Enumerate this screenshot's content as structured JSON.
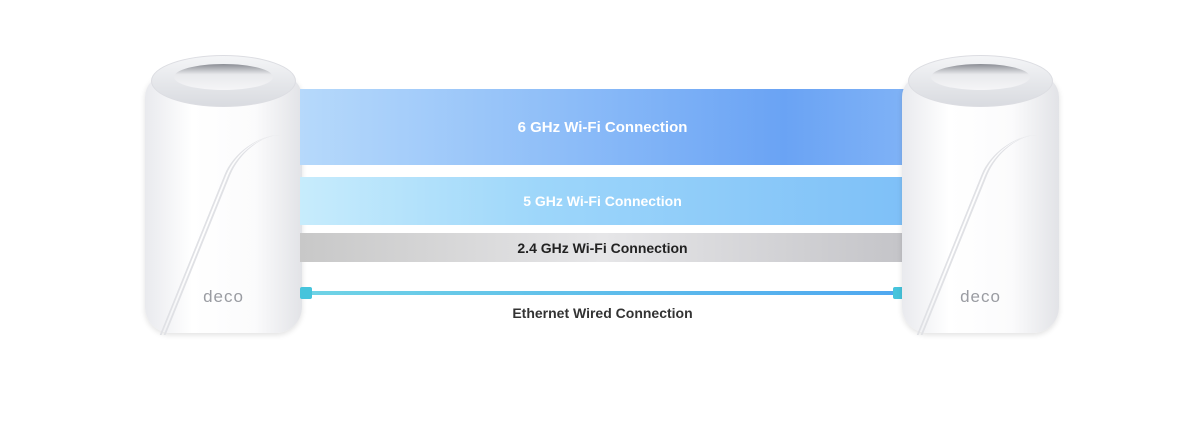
{
  "bands": {
    "ghz6": "6 GHz Wi-Fi Connection",
    "ghz5": "5 GHz Wi-Fi Connection",
    "ghz24": "2.4 GHz Wi-Fi Connection"
  },
  "ethernet": {
    "label": "Ethernet Wired Connection"
  },
  "devices": {
    "logo": "deco"
  }
}
